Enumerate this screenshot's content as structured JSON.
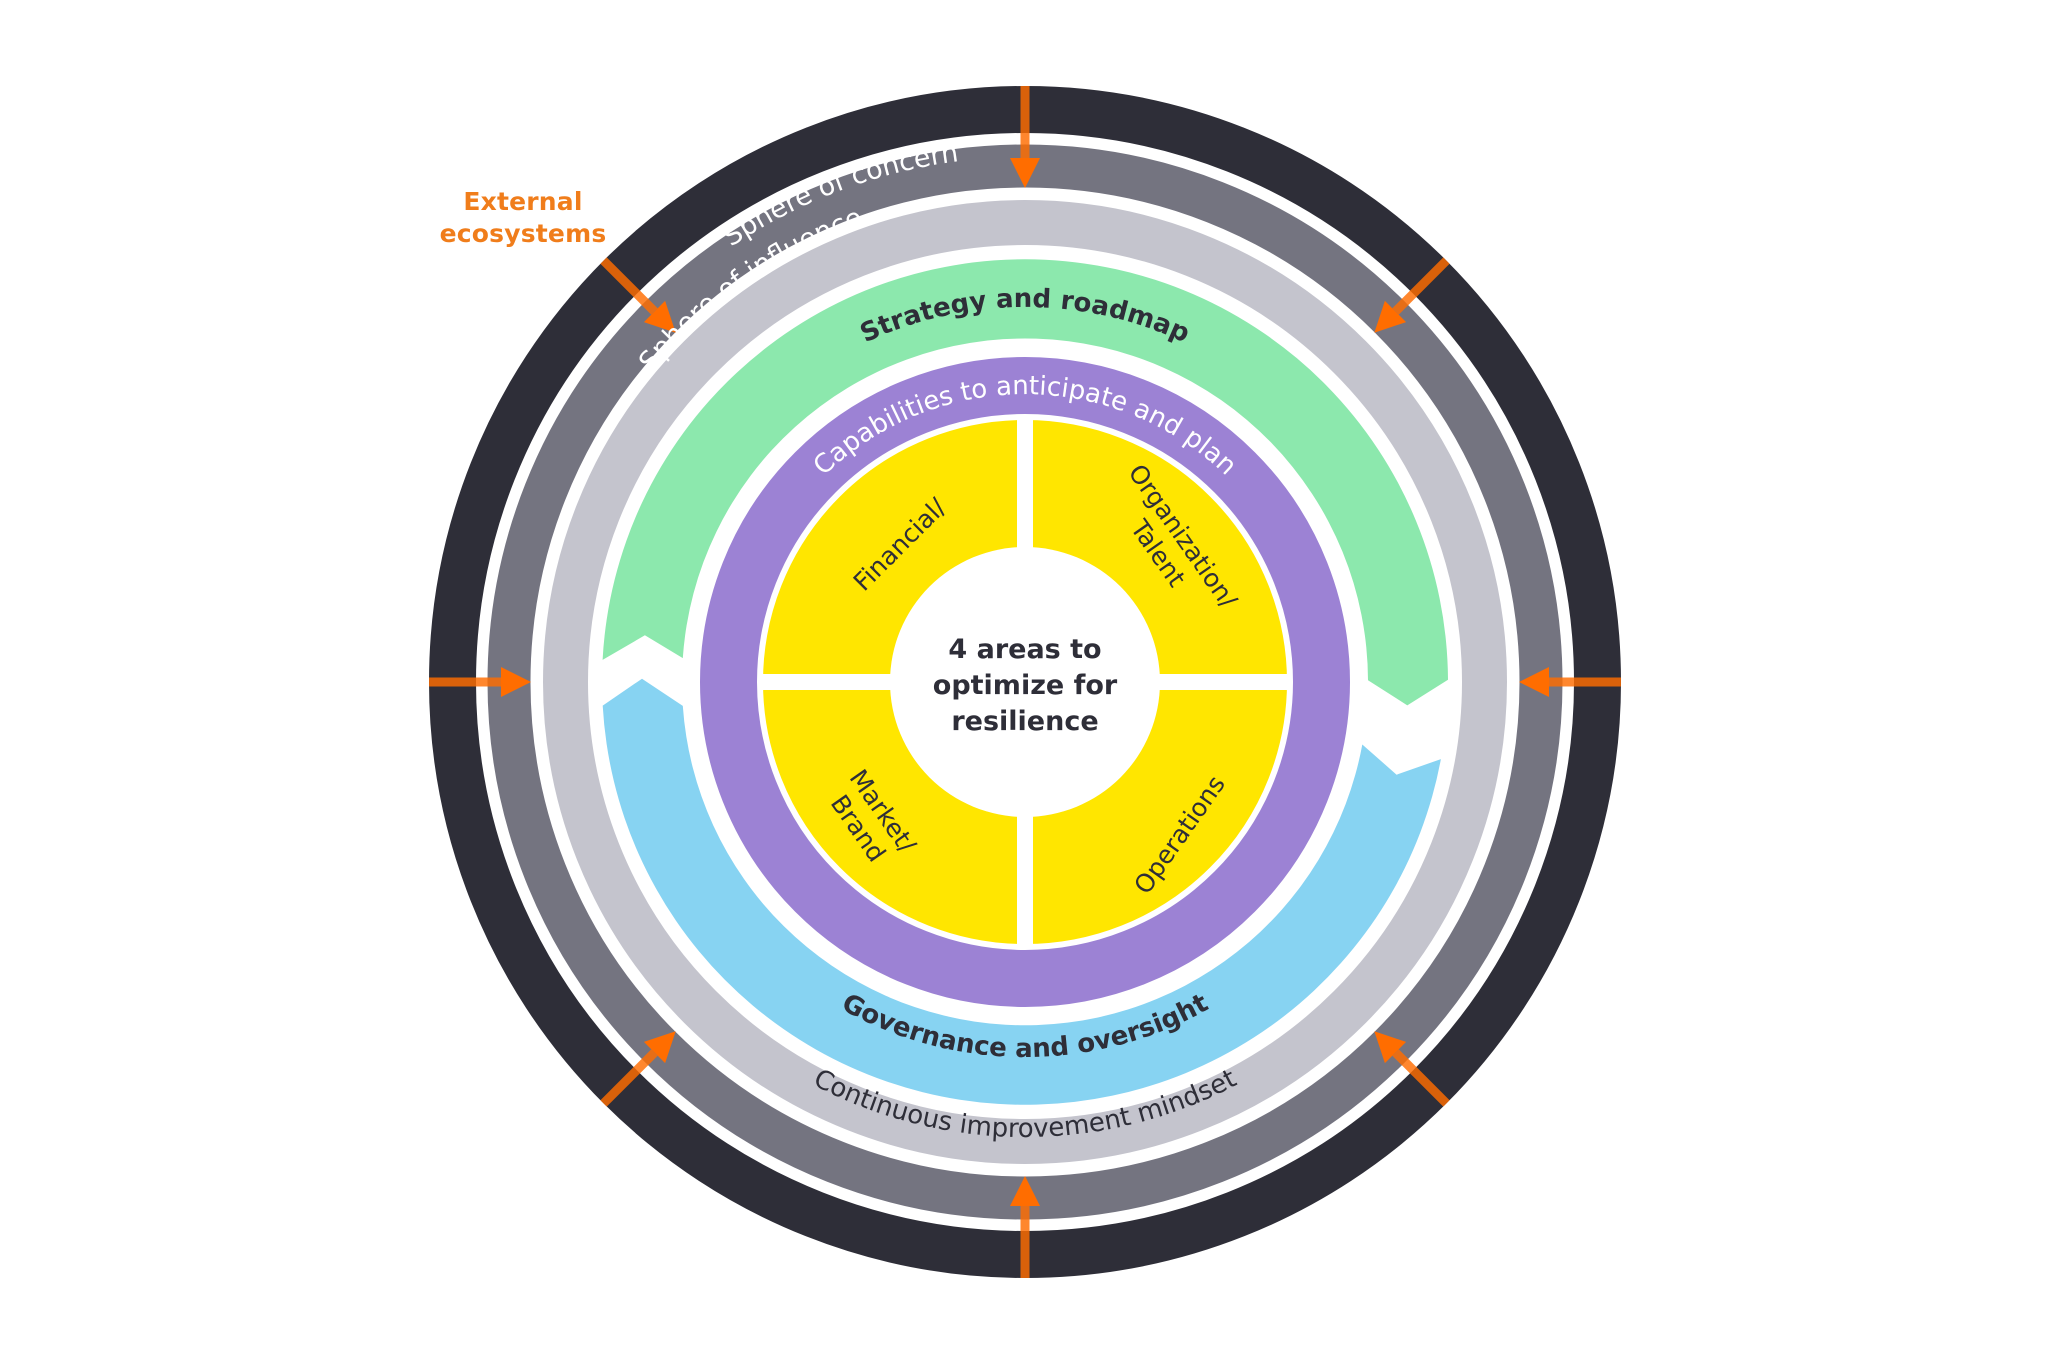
{
  "diagram": {
    "external_label": [
      "External",
      "ecosystems"
    ],
    "rings": {
      "sphere_of_concern": "Sphere of concern",
      "sphere_of_influence": "Sphere of influence",
      "continuous_improvement": "Continuous improvement mindset",
      "strategy": "Strategy and roadmap",
      "governance": "Governance and oversight",
      "capabilities": "Capabilities to anticipate and plan"
    },
    "quadrants": {
      "financial": [
        "Financial/"
      ],
      "organization": [
        "Organization/",
        "Talent"
      ],
      "market": [
        "Market/",
        "Brand"
      ],
      "operations": [
        "Operations"
      ]
    },
    "center": [
      "4 areas to",
      "optimize for",
      "resilience"
    ],
    "arrow_count": 8,
    "colors": {
      "concern": "#2e2e38",
      "influence": "#747480",
      "improvement": "#c4c4cd",
      "strategy": "#8ce8ad",
      "governance": "#87d3f2",
      "capabilities": "#9c82d4",
      "quadrant": "#ffe600",
      "arrow": "#ff6d00",
      "accent_label": "#f07d1b"
    }
  }
}
